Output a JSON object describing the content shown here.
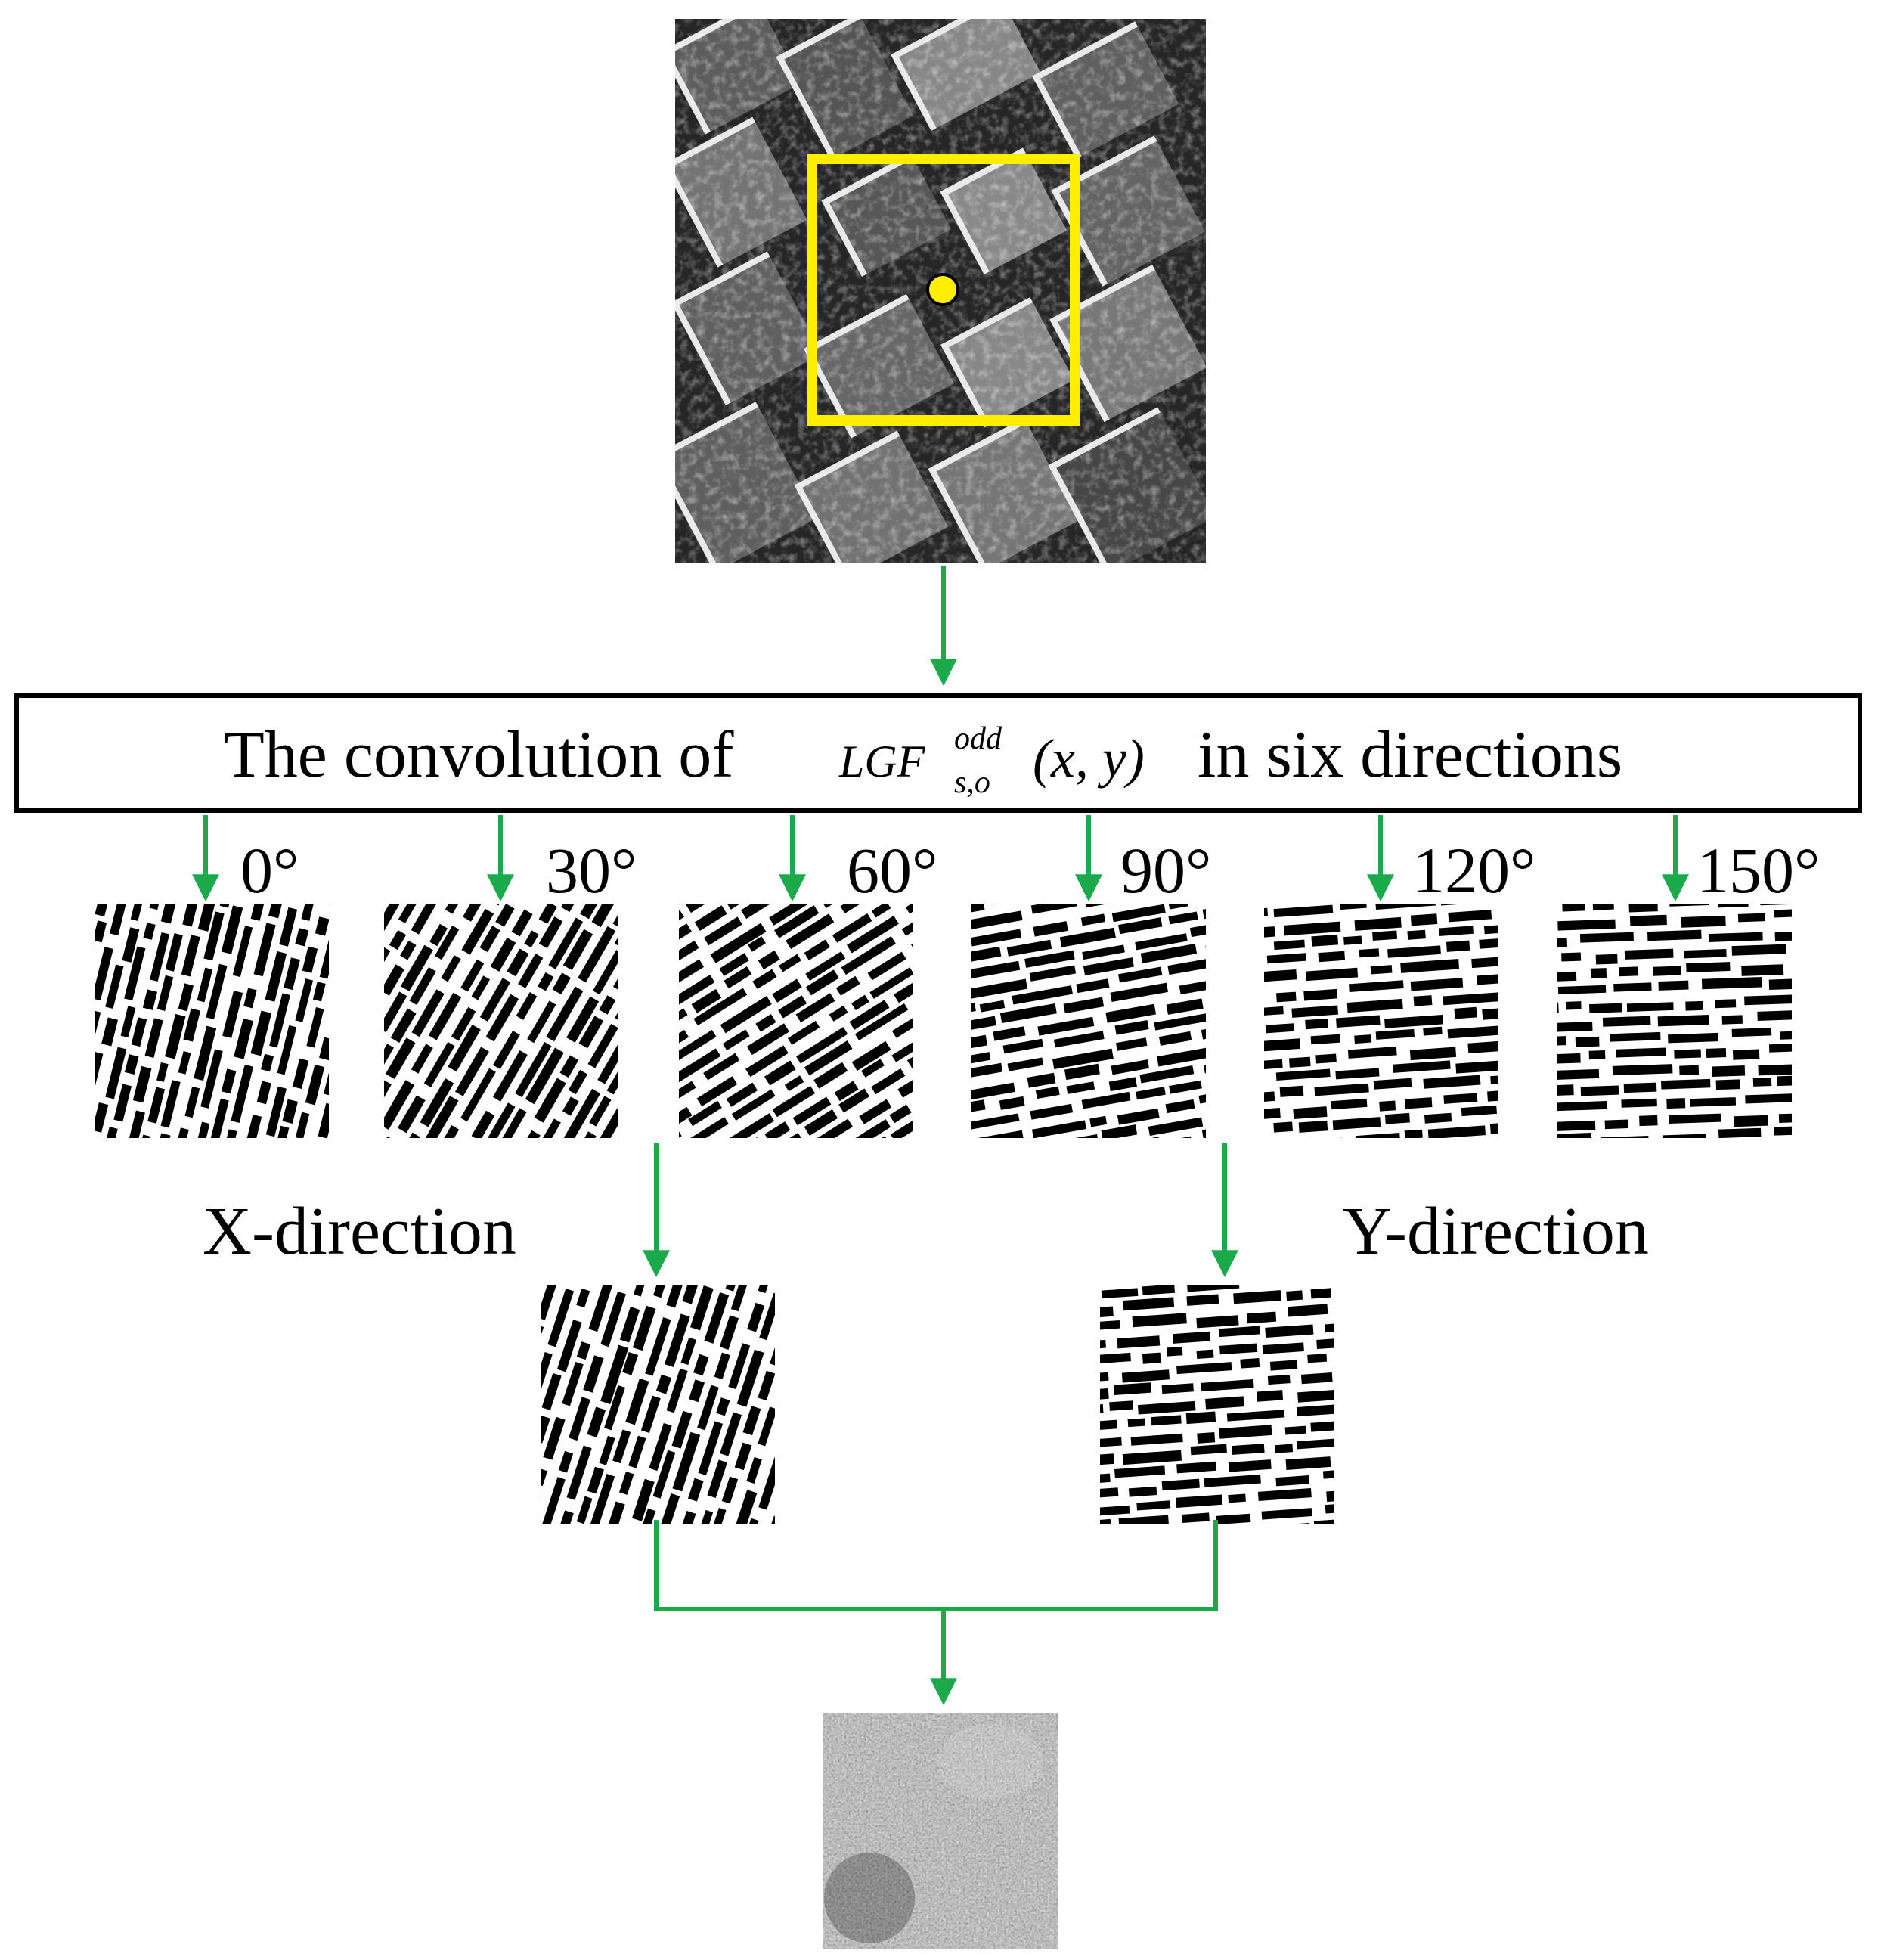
{
  "colors": {
    "arrow": "#1aaa4a",
    "highlight_box": "#ffee00",
    "center_dot": "#ffee00",
    "outline": "#000000"
  },
  "input_image": {
    "kind": "sar-image-patch",
    "has_window_box": true,
    "has_center_point": true
  },
  "operation": {
    "text_before": "The convolution of",
    "formula_base": "LGF",
    "formula_superscript": "odd",
    "formula_subscript": "s,o",
    "formula_args": "(x, y)",
    "text_after": "in six directions"
  },
  "directions": [
    {
      "label": "0°",
      "angle": 0
    },
    {
      "label": "30°",
      "angle": 30
    },
    {
      "label": "60°",
      "angle": 60
    },
    {
      "label": "90°",
      "angle": 90
    },
    {
      "label": "120°",
      "angle": 120
    },
    {
      "label": "150°",
      "angle": 150
    }
  ],
  "combined": {
    "x_label": "X-direction",
    "y_label": "Y-direction"
  },
  "output_image": {
    "kind": "texture-feature-map"
  }
}
